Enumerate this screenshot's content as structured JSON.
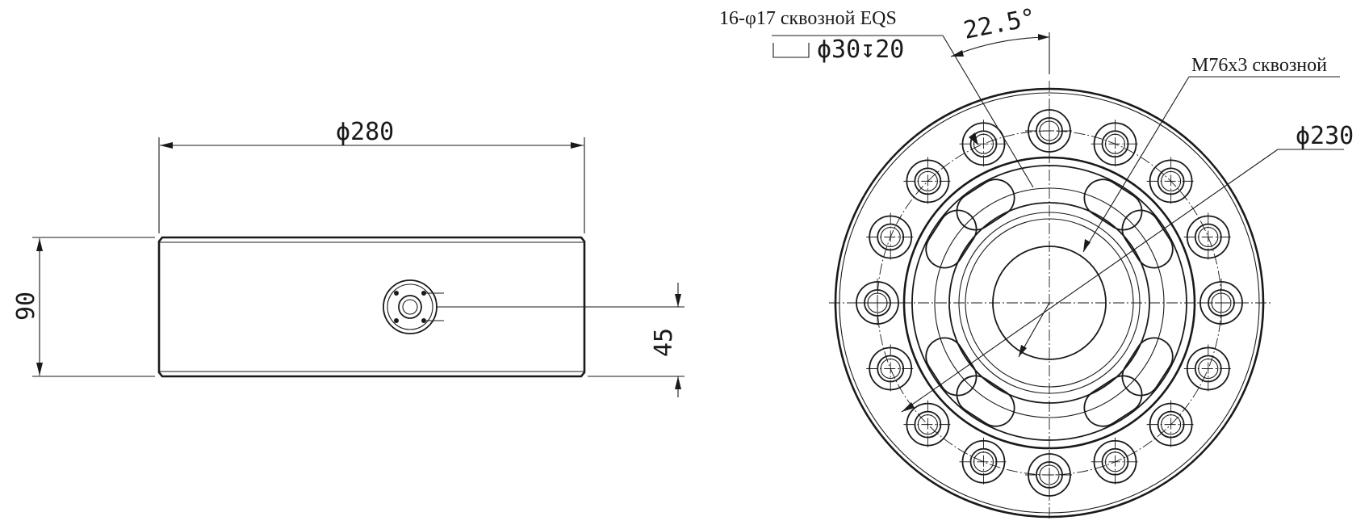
{
  "side_view": {
    "dim_diameter": "ϕ280",
    "dim_height": "90",
    "dim_offset": "45"
  },
  "front_view": {
    "hole_note_line1": "16-φ17 сквозной EQS",
    "hole_note_line2": "ϕ30↧20",
    "angle": "22.5°",
    "thread_note": "M76x3 сквозной",
    "bolt_circle": "ϕ230",
    "bolt_hole_count": 16
  }
}
